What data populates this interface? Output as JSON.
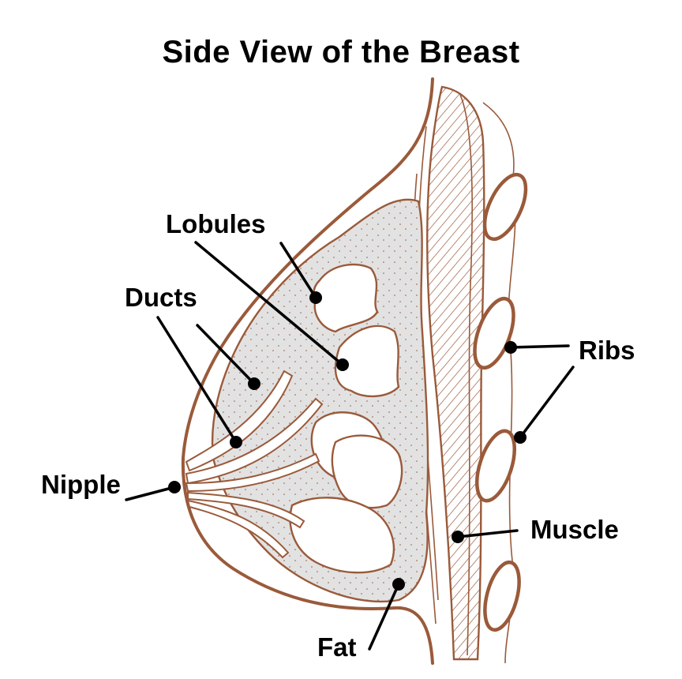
{
  "title": "Side View of the Breast",
  "labels": {
    "lobules": "Lobules",
    "ducts": "Ducts",
    "ribs": "Ribs",
    "nipple": "Nipple",
    "muscle": "Muscle",
    "fat": "Fat"
  },
  "colors": {
    "outline": "#9a5a3a",
    "tissue": "#e2e2e2",
    "label": "#000000",
    "background": "#ffffff"
  }
}
